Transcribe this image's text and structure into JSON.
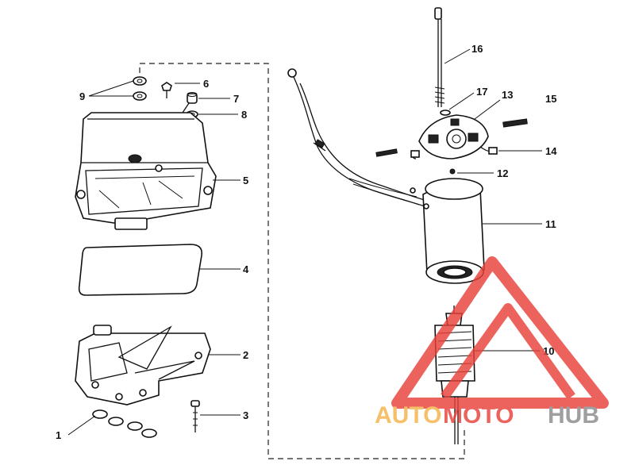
{
  "callouts": [
    {
      "id": "1",
      "label": "1"
    },
    {
      "id": "2",
      "label": "2"
    },
    {
      "id": "3",
      "label": "3"
    },
    {
      "id": "4",
      "label": "4"
    },
    {
      "id": "5",
      "label": "5"
    },
    {
      "id": "6",
      "label": "6"
    },
    {
      "id": "7",
      "label": "7"
    },
    {
      "id": "8",
      "label": "8"
    },
    {
      "id": "9",
      "label": "9"
    },
    {
      "id": "10",
      "label": "10"
    },
    {
      "id": "11",
      "label": "11"
    },
    {
      "id": "12",
      "label": "12"
    },
    {
      "id": "13",
      "label": "13"
    },
    {
      "id": "14",
      "label": "14"
    },
    {
      "id": "15",
      "label": "15"
    },
    {
      "id": "16",
      "label": "16"
    },
    {
      "id": "17",
      "label": "17"
    }
  ],
  "watermark": {
    "part1": "AUTO",
    "part2": "MOTO",
    "part3": "HUB",
    "color_orange": "#f5b24a",
    "color_red": "#e8413a",
    "color_gray": "#8a8a8a"
  }
}
